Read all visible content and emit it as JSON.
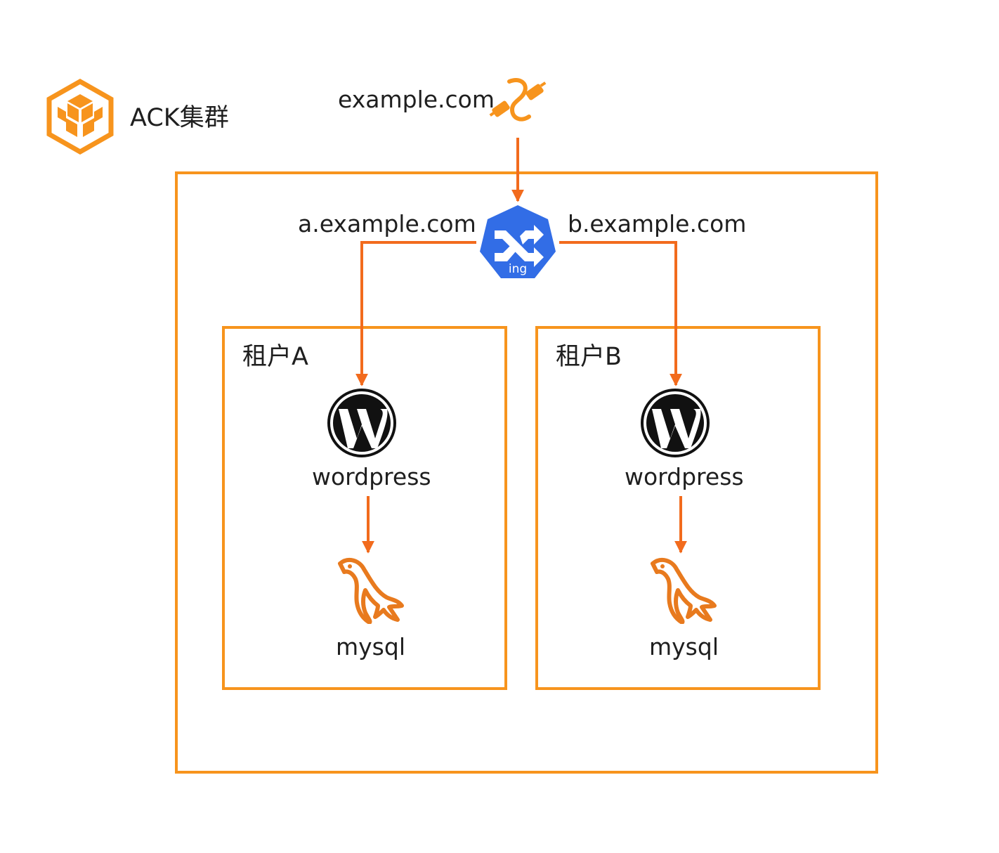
{
  "colors": {
    "accent": "#F7941D",
    "connector": "#F26B1D",
    "ingress": "#326DE6",
    "text": "#1F1F1F",
    "wordpress": "#111111"
  },
  "cluster": {
    "title": "ACK集群",
    "icon": "ack-cluster-hexagon-icon"
  },
  "entry": {
    "domain": "example.com",
    "icon": "domain-link-icon"
  },
  "ingress": {
    "icon_label": "ing",
    "icon": "kubernetes-ingress-icon",
    "routes": {
      "left": "a.example.com",
      "right": "b.example.com"
    }
  },
  "tenants": [
    {
      "name": "租户A",
      "app": {
        "label": "wordpress",
        "icon": "wordpress-icon"
      },
      "db": {
        "label": "mysql",
        "icon": "mysql-dolphin-icon"
      }
    },
    {
      "name": "租户B",
      "app": {
        "label": "wordpress",
        "icon": "wordpress-icon"
      },
      "db": {
        "label": "mysql",
        "icon": "mysql-dolphin-icon"
      }
    }
  ]
}
